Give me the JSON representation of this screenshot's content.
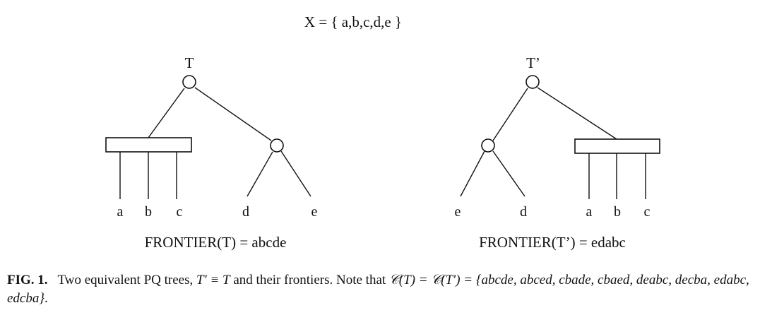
{
  "figure": {
    "set_label": "X = { a,b,c,d,e }",
    "left_tree": {
      "root_label": "T",
      "leaves": [
        "a",
        "b",
        "c",
        "d",
        "e"
      ],
      "frontier_label": "FRONTIER(T) = abcde"
    },
    "right_tree": {
      "root_label": "T’",
      "leaves": [
        "e",
        "d",
        "a",
        "b",
        "c"
      ],
      "frontier_label": "FRONTIER(T’) = edabc"
    }
  },
  "caption": {
    "label": "FIG. 1.",
    "text": "Two equivalent PQ trees,",
    "equiv": "T′ ≡ T",
    "text2": "and their frontiers. Note that",
    "math": "𝒞(T) = 𝒞(T′) = {abcde, abced, cbade, cbaed, deabc, decba, edabc, edcba}",
    "end": "."
  }
}
